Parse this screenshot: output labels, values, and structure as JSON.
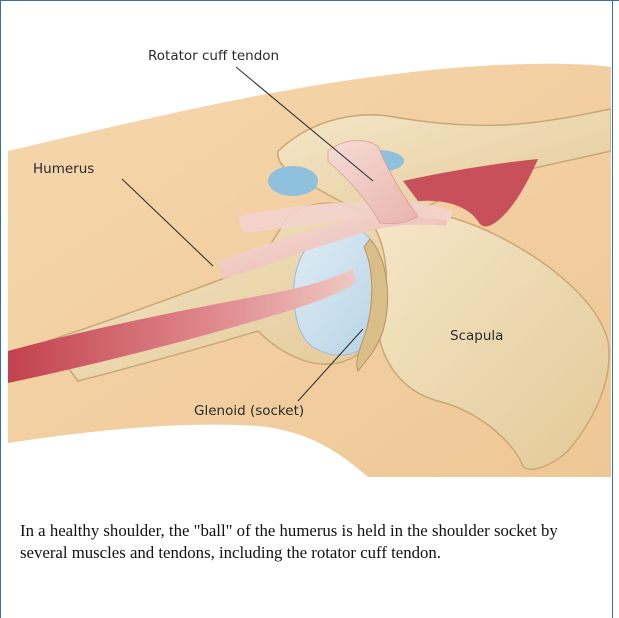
{
  "labels": {
    "rotator_cuff": "Rotator cuff tendon",
    "humerus": "Humerus",
    "scapula": "Scapula",
    "glenoid": "Glenoid (socket)"
  },
  "caption": "In a healthy shoulder, the \"ball\" of the humerus is held in the shoulder socket by several muscles and tendons, including the rotator cuff tendon.",
  "colors": {
    "border": "#3a6db0",
    "skin": "#f2cfa0",
    "bone": "#ecd9b0",
    "cartilage": "#c5dcea",
    "bursa": "#8fc1dc",
    "tendon": "#f0c8c2",
    "muscle": "#c9505a"
  }
}
